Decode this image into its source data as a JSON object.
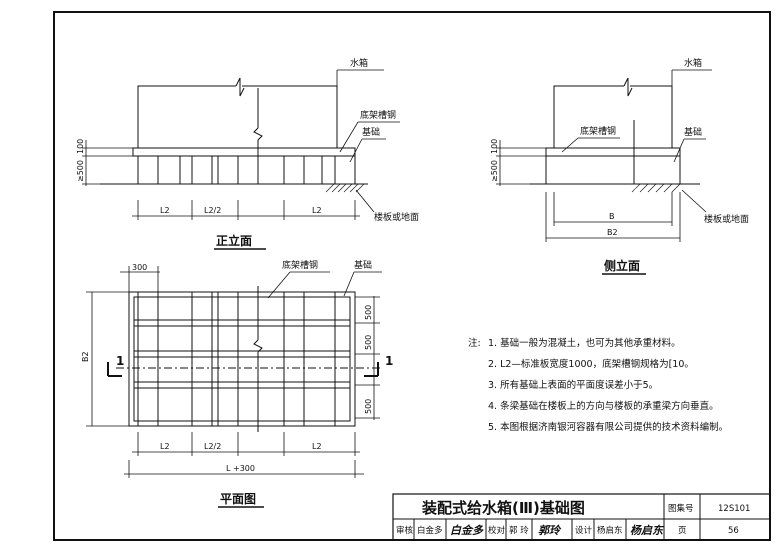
{
  "front_view": {
    "title": "正立面",
    "label_tank": "水箱",
    "label_channel": "底架槽钢",
    "label_base": "基础",
    "label_floor": "楼板或地面",
    "dim_100": "100",
    "dim_500": "≥500",
    "dim_l2_left": "L2",
    "dim_l2_half": "L2/2",
    "dim_l2_right": "L2"
  },
  "side_view": {
    "title": "侧立面",
    "label_tank": "水箱",
    "label_channel": "底架槽钢",
    "label_base": "基础",
    "label_floor": "楼板或地面",
    "dim_100": "100",
    "dim_500": "≥500",
    "dim_b": "B",
    "dim_b2": "B2"
  },
  "plan_view": {
    "title": "平面图",
    "label_channel": "底架槽钢",
    "label_base": "基础",
    "dim_300": "300",
    "dim_b2": "B2",
    "dim_500_1": "500",
    "dim_500_2": "500",
    "dim_500_3": "500",
    "dim_l2_left": "L2",
    "dim_l2_half": "L2/2",
    "dim_l2_right": "L2",
    "dim_total": "L +300",
    "section_left": "1",
    "section_right": "1"
  },
  "notes": {
    "prefix": "注:",
    "items": [
      "1. 基础一般为混凝土，也可为其他承重材料。",
      "2. L2—标准板宽度1000，底架槽钢规格为[10。",
      "3. 所有基础上表面的平面度误差小于5。",
      "4. 条梁基础在楼板上的方向与楼板的承重梁方向垂直。",
      "5. 本图根据济南银河容器有限公司提供的技术资料编制。"
    ]
  },
  "title_block": {
    "main_title": "装配式给水箱(Ⅲ)基础图",
    "atlas_label": "图集号",
    "atlas_no": "12S101",
    "review_label": "审核",
    "review_name": "白金多",
    "review_sig": "白金多",
    "check_label": "校对",
    "check_name": "郭 玲",
    "check_sig": "郭玲",
    "design_label": "设计",
    "design_name": "杨启东",
    "design_sig": "杨启东",
    "page_label": "页",
    "page_no": "56"
  }
}
